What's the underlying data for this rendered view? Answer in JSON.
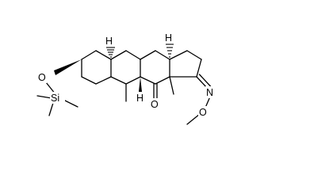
{
  "molecule": {
    "atom_labels": {
      "oxygen_silyl_ether": "O",
      "silicon": "Si",
      "oxygen_ketone": "O",
      "nitrogen_oxime": "N",
      "oxygen_methoxy": "O"
    },
    "stereo_hydrogens": {
      "h_c5": "H",
      "h_c9": "H",
      "h_c14": "H"
    }
  }
}
